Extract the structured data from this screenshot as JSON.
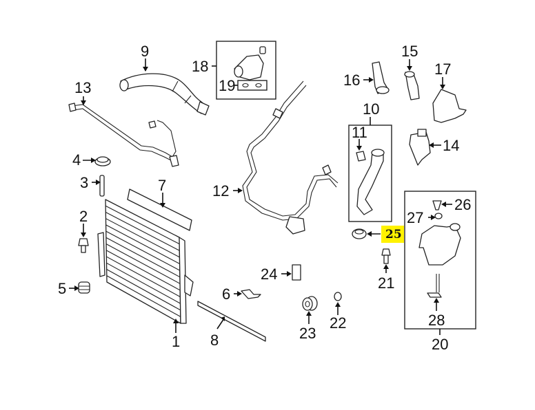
{
  "diagram": {
    "title": "Radiator & cooling components parts diagram",
    "highlight_color": "#fff200",
    "highlighted_part": "25",
    "callouts": [
      {
        "id": "1",
        "part": "radiator"
      },
      {
        "id": "2",
        "part": "bolt"
      },
      {
        "id": "3",
        "part": "pin"
      },
      {
        "id": "4",
        "part": "grommet"
      },
      {
        "id": "5",
        "part": "insulator"
      },
      {
        "id": "6",
        "part": "clip"
      },
      {
        "id": "7",
        "part": "upper-seal"
      },
      {
        "id": "8",
        "part": "lower-seal-strip"
      },
      {
        "id": "9",
        "part": "upper-hose"
      },
      {
        "id": "10",
        "part": "lower-hose-assembly"
      },
      {
        "id": "11",
        "part": "hose-clamp"
      },
      {
        "id": "12",
        "part": "heater-hose"
      },
      {
        "id": "13",
        "part": "cooler-line"
      },
      {
        "id": "14",
        "part": "pump"
      },
      {
        "id": "15",
        "part": "hose-connector"
      },
      {
        "id": "16",
        "part": "hose-elbow"
      },
      {
        "id": "17",
        "part": "cover"
      },
      {
        "id": "18",
        "part": "thermostat-housing"
      },
      {
        "id": "19",
        "part": "gasket"
      },
      {
        "id": "20",
        "part": "reservoir-assembly"
      },
      {
        "id": "21",
        "part": "bolt"
      },
      {
        "id": "22",
        "part": "retainer"
      },
      {
        "id": "23",
        "part": "bushing"
      },
      {
        "id": "24",
        "part": "sensor"
      },
      {
        "id": "25",
        "part": "nut"
      },
      {
        "id": "26",
        "part": "cap"
      },
      {
        "id": "27",
        "part": "o-ring"
      },
      {
        "id": "28",
        "part": "level-sensor"
      }
    ]
  }
}
